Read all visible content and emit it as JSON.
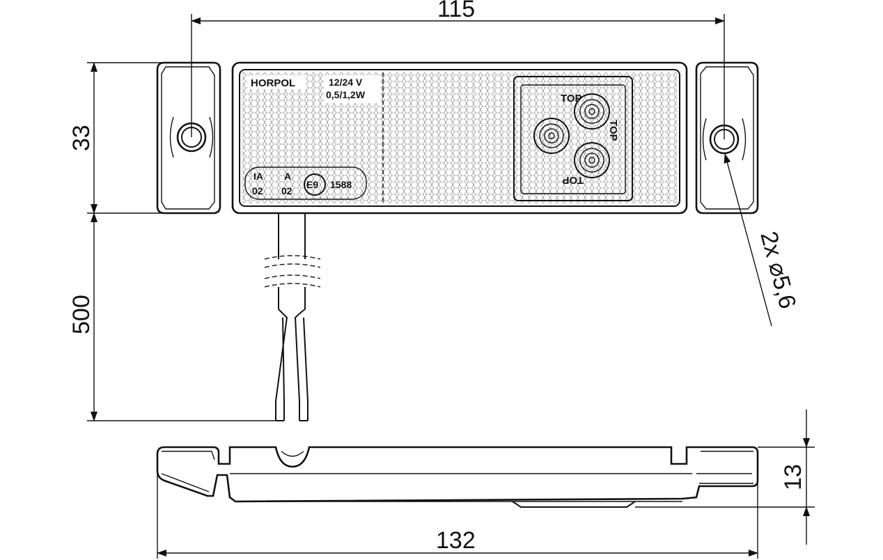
{
  "dimensions": {
    "hole_spacing": "115",
    "height": "33",
    "cable_length": "500",
    "depth": "13",
    "overall_length": "132",
    "hole_diameter": "2x ⌀5,6"
  },
  "markings": {
    "brand": "HORPOL",
    "voltage": "12/24 V",
    "power": "0,5/1,2W",
    "approval_ia": "IA",
    "approval_ia_code": "02",
    "approval_a": "A",
    "approval_a_code": "02",
    "e_mark": "E9",
    "e_mark_number": "1588",
    "led_top_1": "TOP",
    "led_top_2": "TOP",
    "led_top_3": "TOP"
  }
}
